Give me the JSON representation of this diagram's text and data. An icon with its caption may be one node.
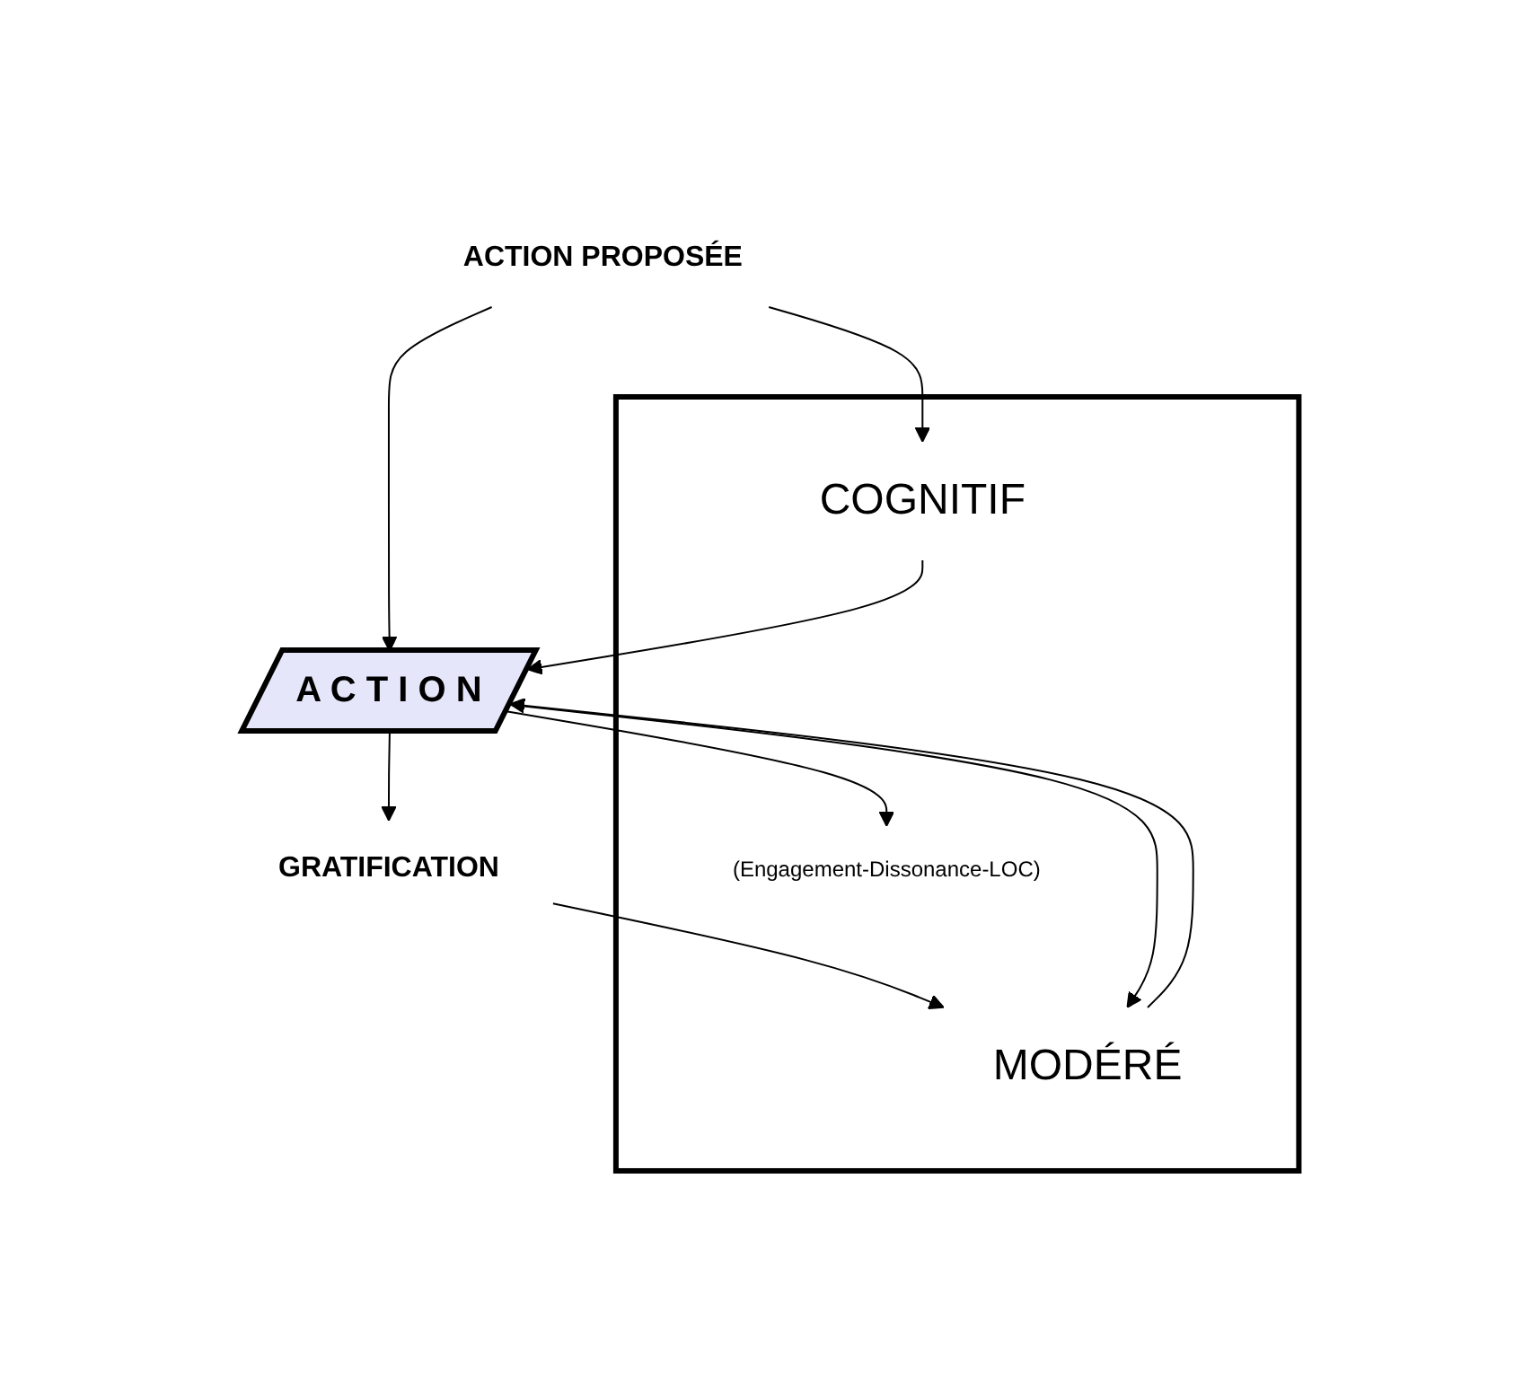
{
  "diagram": {
    "nodes": [
      {
        "text": [],
        "shape": "box"
      },
      {
        "text": [
          "A C T I O N"
        ]
      },
      {
        "text": [
          "COGNITIF"
        ],
        "in": 0
      },
      {
        "text": [
          "(Engagement-Dissonance-LOC)"
        ],
        "in": 0
      },
      {
        "text": [
          "MODÉRÉ"
        ],
        "in": 0
      },
      {
        "text": [
          "GRATIFICATION"
        ]
      },
      {
        "text": [
          "ACTION PROPOSÉE"
        ]
      }
    ],
    "edges": [
      {
        "from": 2,
        "to": 1,
        "arrow": "to"
      },
      {
        "from": 1,
        "to": 5,
        "arrow": "to"
      },
      {
        "from": 1,
        "to": 3,
        "arrow": "to"
      },
      {
        "from": 4,
        "to": 1,
        "arrow": "to"
      },
      {
        "from": 1,
        "to": 4,
        "arrow": "to"
      },
      {
        "from": 5,
        "to": 4,
        "arrow": "to"
      },
      {
        "from": 6,
        "to": 1,
        "arrow": "to"
      },
      {
        "from": 6,
        "to": 2,
        "arrow": "to"
      }
    ]
  }
}
